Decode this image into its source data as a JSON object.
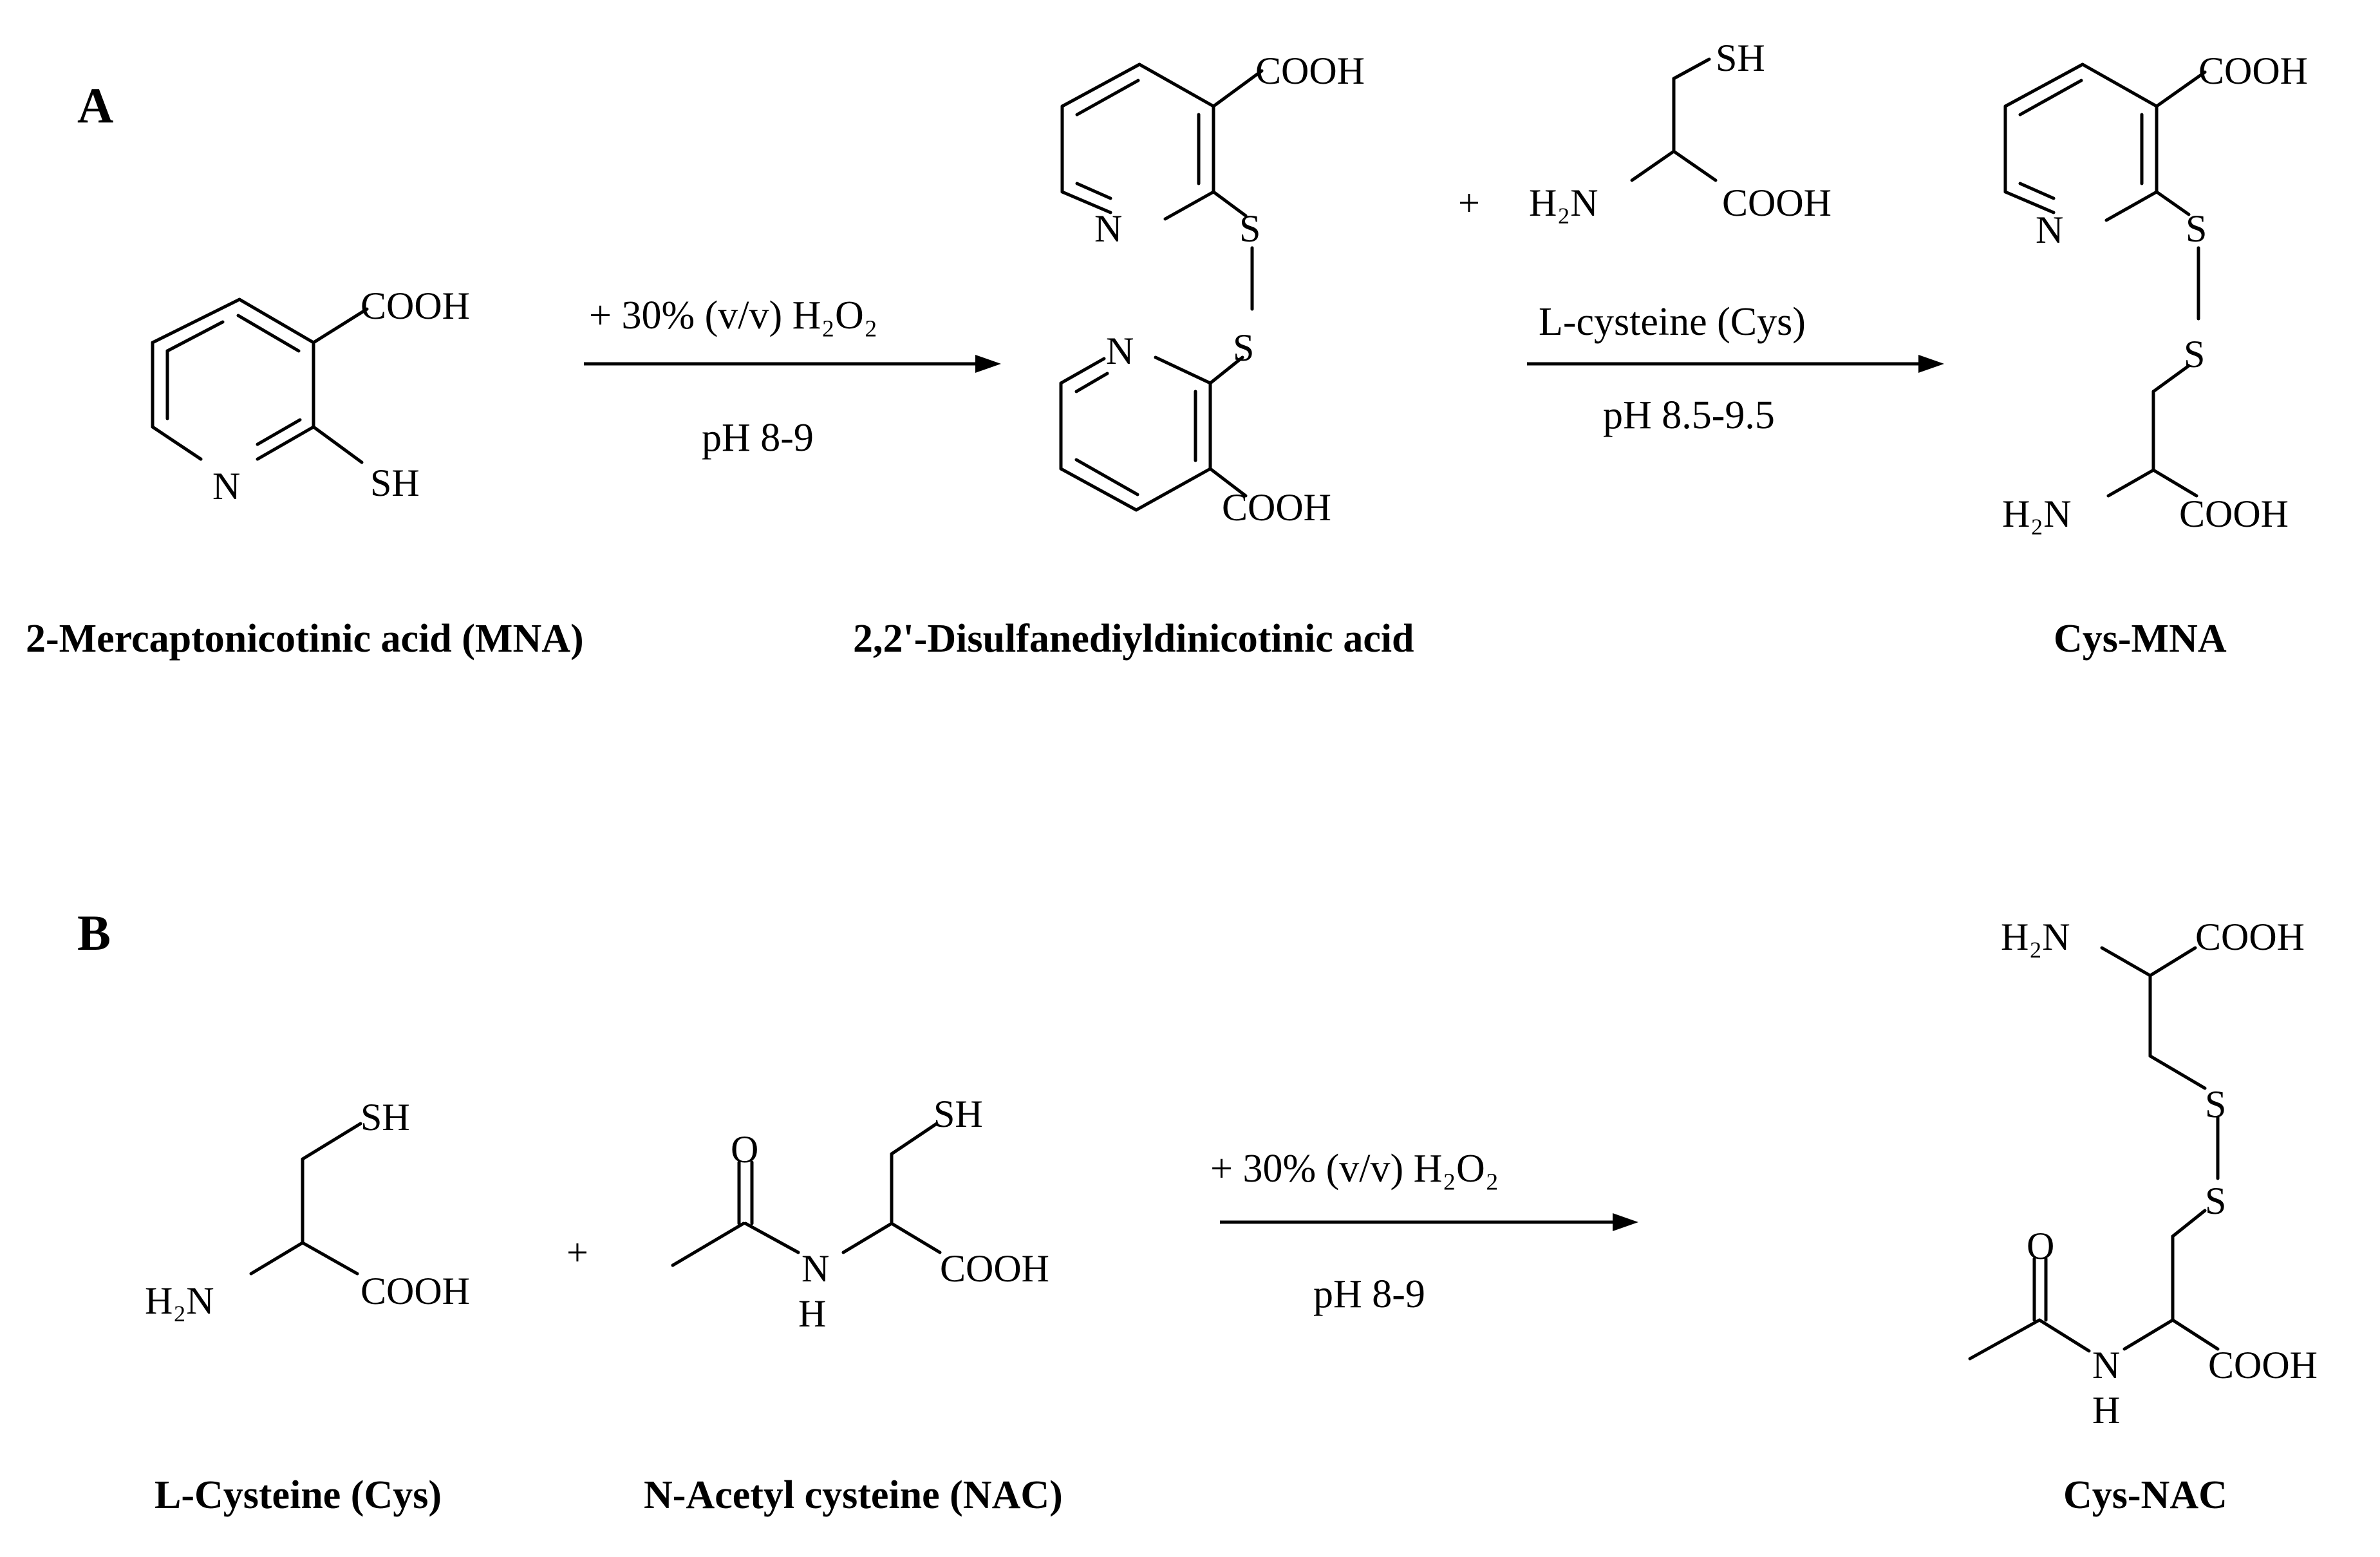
{
  "panels": {
    "a": "A",
    "b": "B"
  },
  "atoms": {
    "cooh": "COOH",
    "sh": "SH",
    "n": "N",
    "s": "S",
    "h": "H",
    "o": "O",
    "h2n": "H₂N"
  },
  "plus": "+",
  "reactions": {
    "a1": {
      "above": "+ 30% (v/v) H₂O₂",
      "below": "pH 8-9"
    },
    "a2": {
      "above": "L-cysteine (Cys)",
      "below": "pH 8.5-9.5"
    },
    "b1": {
      "above": "+  30% (v/v) H₂O₂",
      "below": "pH 8-9"
    }
  },
  "compounds": {
    "mna": "2-Mercaptonicotinic acid (MNA)",
    "disulfide": "2,2'-Disulfanediyldinicotinic acid",
    "cys_mna": "Cys-MNA",
    "cys": "L-Cysteine (Cys)",
    "nac": "N-Acetyl cysteine (NAC)",
    "cys_nac": "Cys-NAC"
  }
}
